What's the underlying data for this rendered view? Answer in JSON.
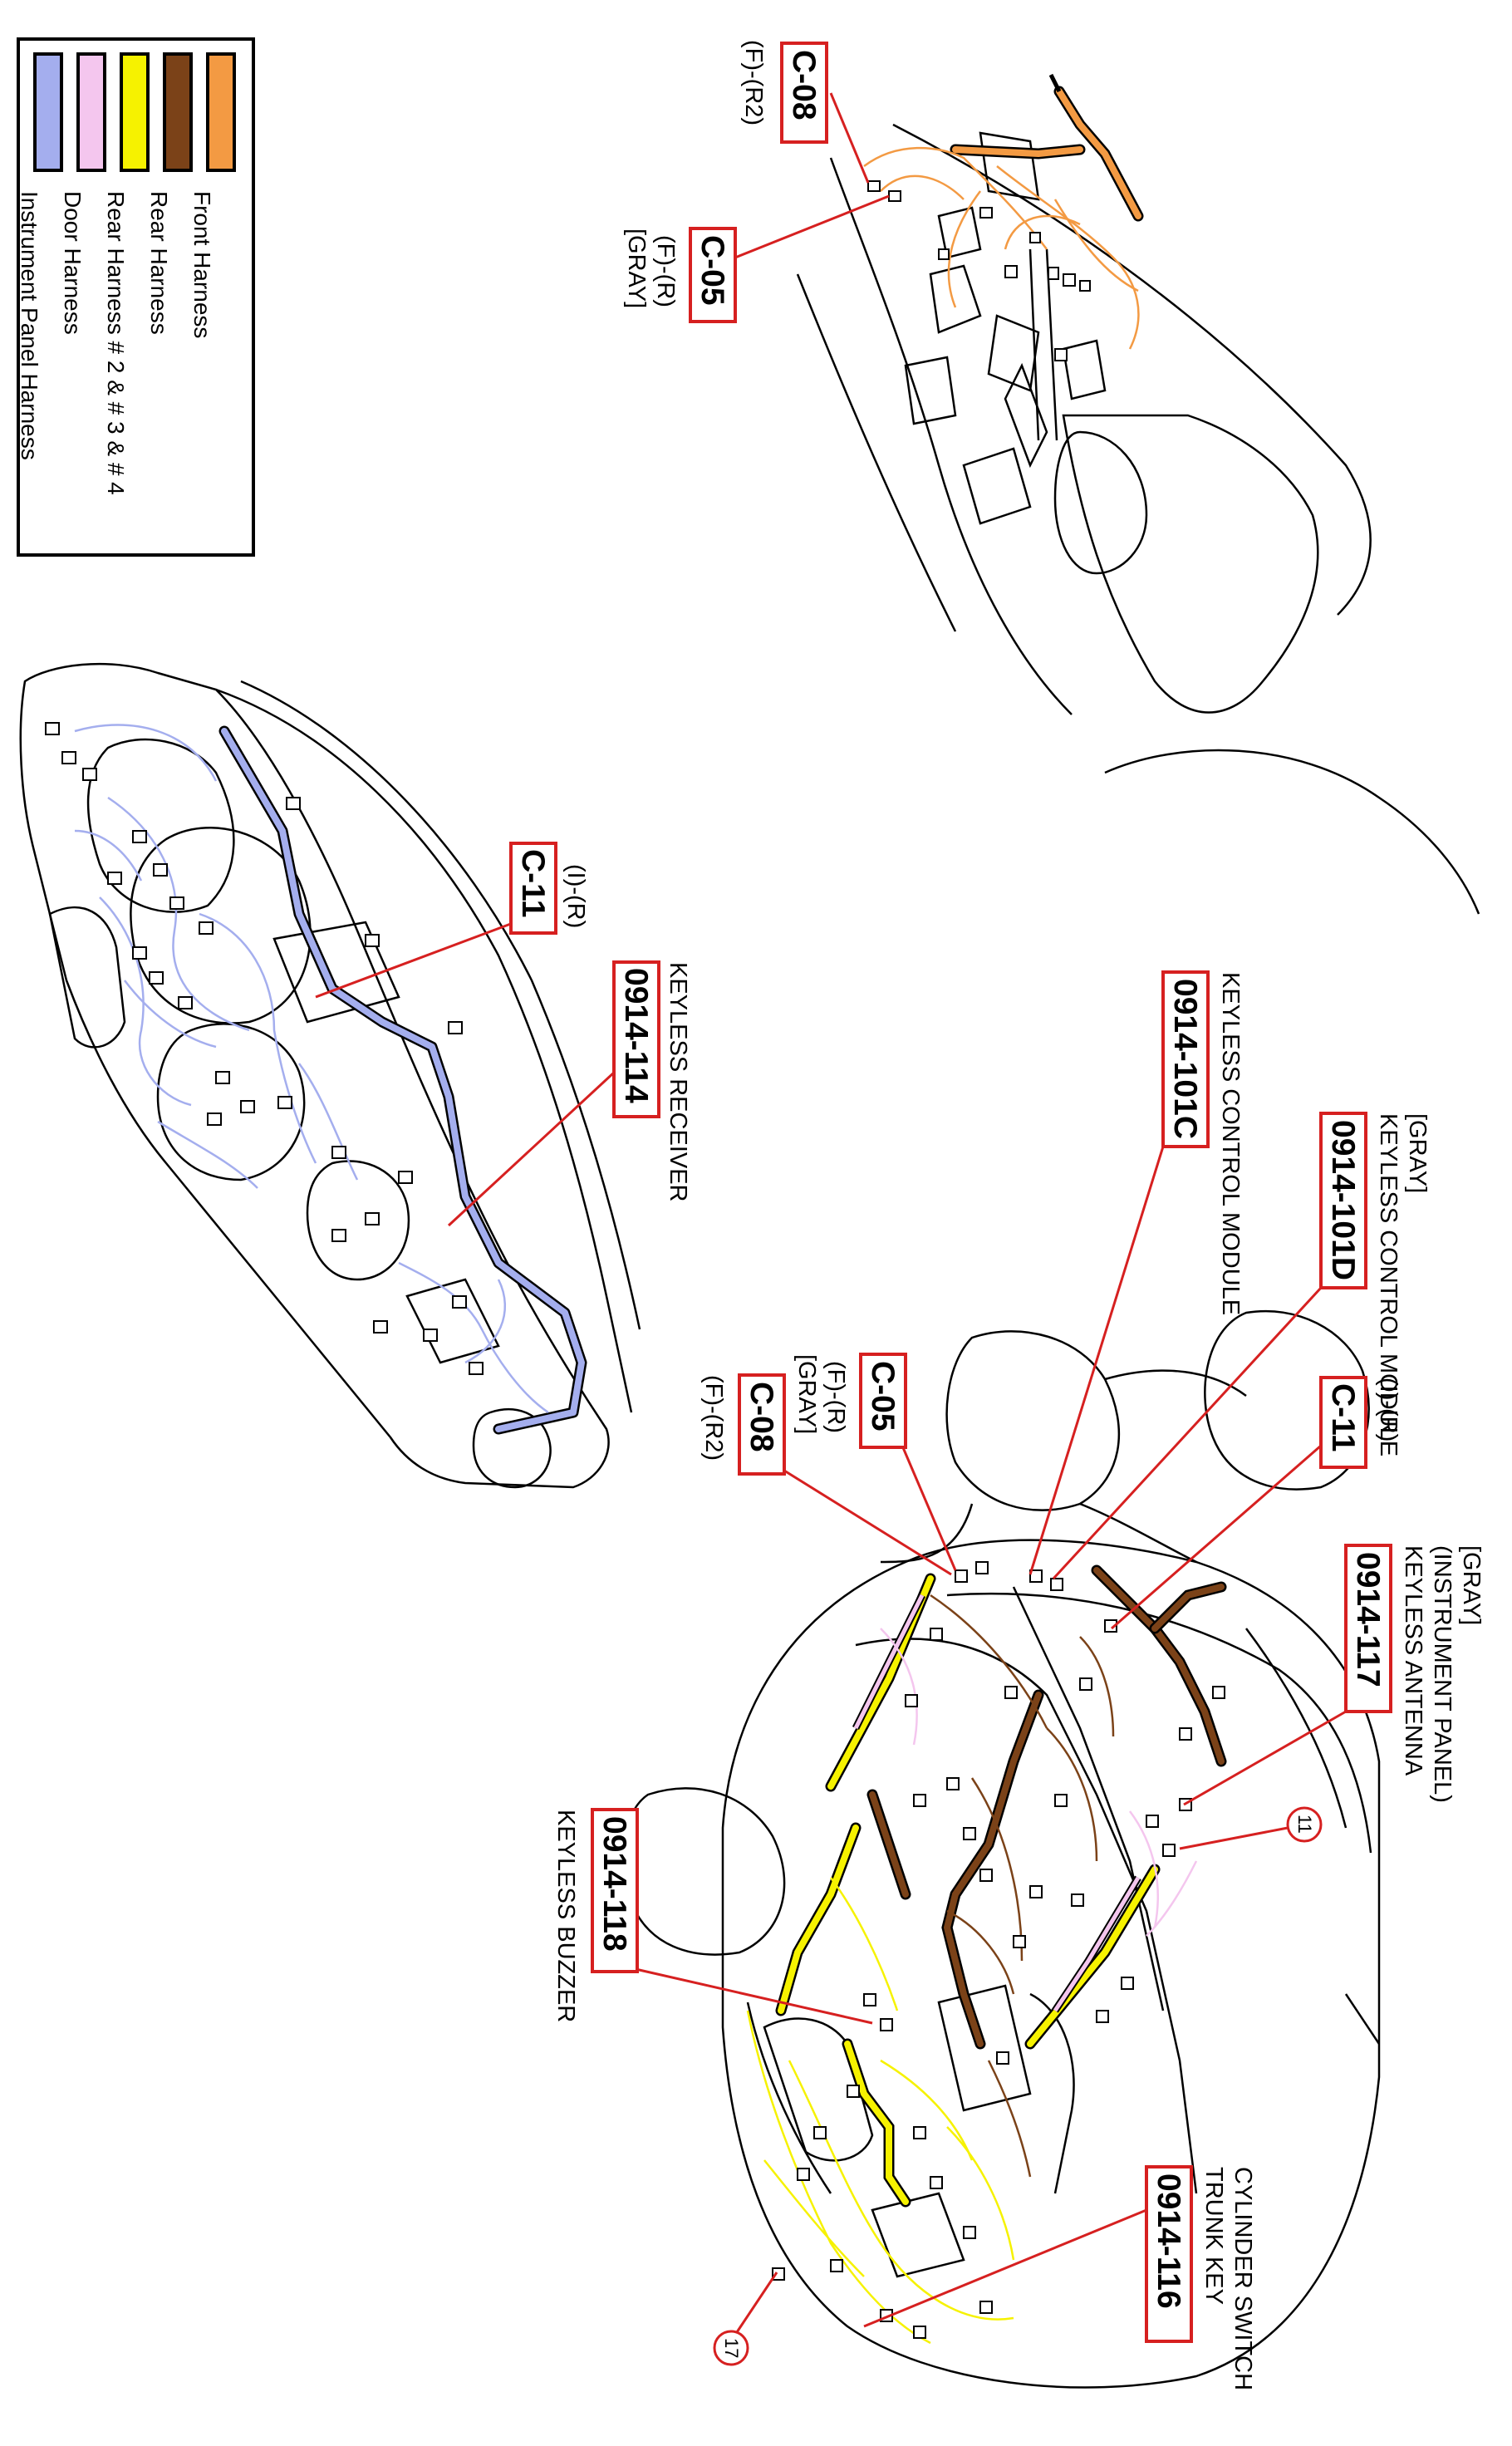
{
  "legend": {
    "items": [
      {
        "label": "Front Harness",
        "color": "#F39A43"
      },
      {
        "label": "Rear Harness",
        "color": "#7B4218"
      },
      {
        "label": "Rear Harness # 2 & # 3 & # 4",
        "color": "#F6F200"
      },
      {
        "label": "Door Harness",
        "color": "#F4C6EE"
      },
      {
        "label": "Instrument Panel Harness",
        "color": "#A4AEEE"
      }
    ]
  },
  "callouts": {
    "c08_top": {
      "code": "C-08",
      "sub": "(F)-(R2)"
    },
    "c05_top": {
      "code": "C-05",
      "sub1": "(F)-(R)",
      "sub2": "[GRAY]"
    },
    "c11_dash": {
      "code": "C-11",
      "sub": "(I)-(R)"
    },
    "k114": {
      "code": "0914-114",
      "desc": "KEYLESS RECEIVER"
    },
    "k101c": {
      "code": "0914-101C",
      "desc": "KEYLESS CONTROL MODULE"
    },
    "k101d": {
      "code": "0914-101D",
      "desc1": "KEYLESS CONTROL MODULE",
      "desc2": "[GRAY]"
    },
    "c11_car": {
      "code": "C-11",
      "sub": "(I)-(R)"
    },
    "c05_car": {
      "code": "C-05",
      "sub1": "(F)-(R)",
      "sub2": "[GRAY]"
    },
    "c08_car": {
      "code": "C-08",
      "sub": "(F)-(R2)"
    },
    "k117": {
      "code": "0914-117",
      "desc1": "KEYLESS ANTENNA",
      "desc2": "(INSTRUMENT PANEL)",
      "desc3": "[GRAY]"
    },
    "k118": {
      "code": "0914-118",
      "desc": "KEYLESS BUZZER"
    },
    "k116": {
      "code": "0914-116",
      "desc1": "TRUNK KEY",
      "desc2": "CYLINDER SWITCH"
    },
    "circ11": "11",
    "circ17": "17"
  },
  "colors": {
    "callout": "#D62020",
    "outline": "#000000"
  }
}
